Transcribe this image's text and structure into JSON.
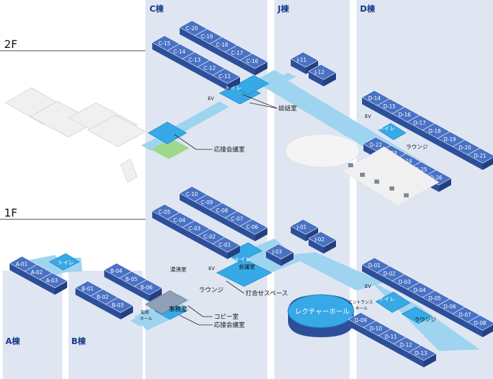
{
  "buildings": {
    "a": "A棟",
    "b": "B棟",
    "c": "C棟",
    "j": "J棟",
    "d": "D棟"
  },
  "floors": {
    "f2": "2F",
    "f1": "1F"
  },
  "rooms2f": {
    "c": [
      "C-20",
      "C-19",
      "C-18",
      "C-17",
      "C-16",
      "C-15",
      "C-14",
      "C-13",
      "C-12",
      "C-11"
    ],
    "j": [
      "J-11",
      "J-12"
    ],
    "d": [
      "D-14",
      "D-15",
      "D-16",
      "D-17",
      "D-18",
      "D-19",
      "D-20",
      "D-21",
      "D-22",
      "D-23",
      "D-24",
      "D-25",
      "D-26"
    ]
  },
  "rooms1f": {
    "a": [
      "A-01",
      "A-02",
      "A-03"
    ],
    "b": [
      "B-04",
      "B-05",
      "B-06",
      "B-01",
      "B-02",
      "B-03"
    ],
    "c": [
      "C-10",
      "C-09",
      "C-08",
      "C-07",
      "C-06",
      "C-05",
      "C-04",
      "C-03",
      "C-02",
      "C-01"
    ],
    "j": [
      "J-01",
      "J-02",
      "J-03"
    ],
    "d": [
      "D-01",
      "D-02",
      "D-03",
      "D-04",
      "D-05",
      "D-06",
      "D-07",
      "D-08",
      "D-09",
      "D-10",
      "D-11",
      "D-12",
      "D-13"
    ]
  },
  "facilities2f": {
    "toilet_c": "トイレ",
    "ev_c": "EV",
    "ev_d": "EV",
    "toilet_d": "トイレ",
    "lounge_d": "ラウンジ",
    "danwa": "談話室",
    "oseikaigi": "応接会議室"
  },
  "facilities1f": {
    "toilet_a": "トイレ",
    "genkan": "玄関",
    "hall": "ホール",
    "toilet_c": "トイレ",
    "ev_c": "EV",
    "kaigi": "会議室",
    "yuwakashi": "湯沸室",
    "lounge_c": "ラウンジ",
    "uchiawase": "打合せスペース",
    "jimu": "事務室",
    "copy": "コピー室",
    "oseikaigi": "応接会議室",
    "ev_d": "EV",
    "entrance1": "エントランス",
    "entrance2": "ホール",
    "toilet_d": "トイレ",
    "lounge_d": "ラウンジ",
    "lecture": "レクチャーホール"
  },
  "colors": {
    "band": "#dfe6f2",
    "room_top": "#4a72c4",
    "room_front": "#2d4f9a",
    "room_side": "#243f80",
    "corridor": "#9fd4f0",
    "facility": "#36a9e6",
    "green": "#9ed88a",
    "grey_plan": "#f0f0f0",
    "title": "#1a3a8a"
  }
}
